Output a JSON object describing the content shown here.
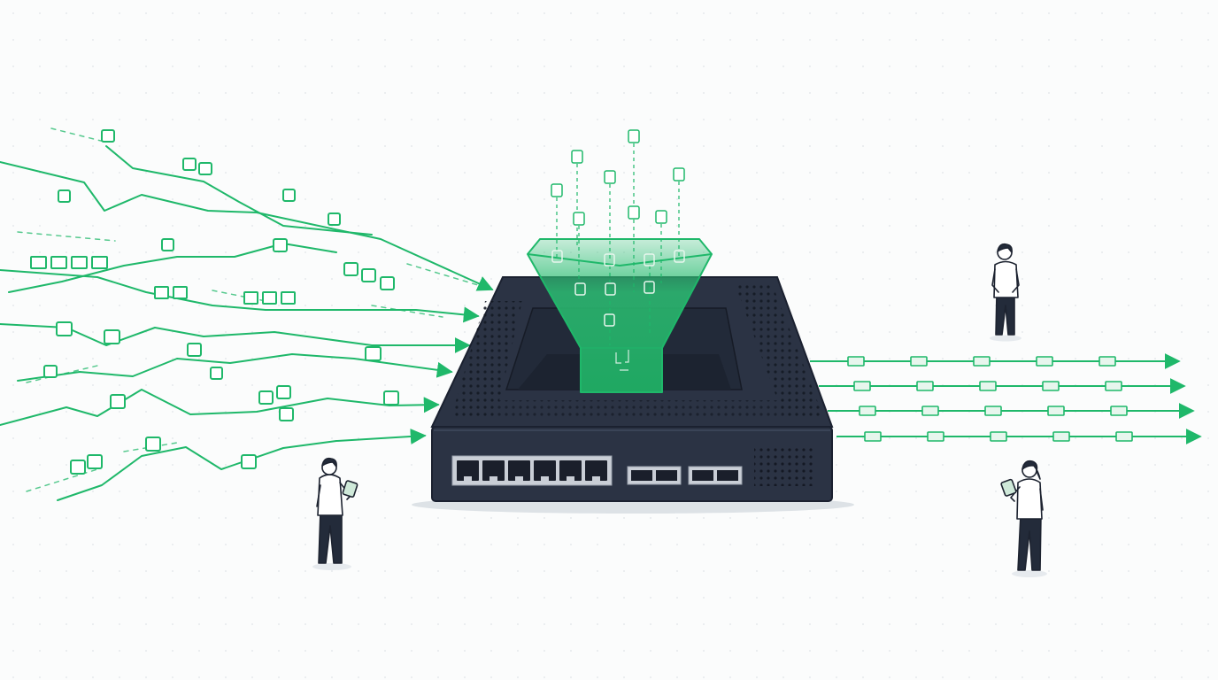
{
  "palette": {
    "accent": "#1fb86a",
    "accent_fill": "#2bbd72",
    "accent_light": "#e7f6ed",
    "device_dark": "#2b3344",
    "device_darker": "#202736",
    "device_light": "#3a4457",
    "background": "#fbfcfc",
    "port_silver": "#c9ced6",
    "port_hole": "#1a1f2b",
    "person_shirt": "#ffffff",
    "person_pants": "#232b3a",
    "person_skin": "#ffffff",
    "outline": "#1d2330",
    "grid_dot": "#e3e7ea"
  },
  "diagram": {
    "elements": [
      "incoming-packet-streams",
      "filter-funnel",
      "network-switch",
      "outgoing-packet-streams",
      "person-with-tablet",
      "person-standing-observer"
    ],
    "incoming_stream_count": 8,
    "outgoing_stream_count": 4,
    "switch": {
      "rj45_port_count": 6,
      "sfp_port_groups": 2,
      "sfp_ports_per_group": 2
    },
    "people_count": 3,
    "icons": [
      "arrow-icon",
      "packet-icon",
      "funnel-icon",
      "switch-icon",
      "person-icon",
      "tablet-icon"
    ]
  }
}
